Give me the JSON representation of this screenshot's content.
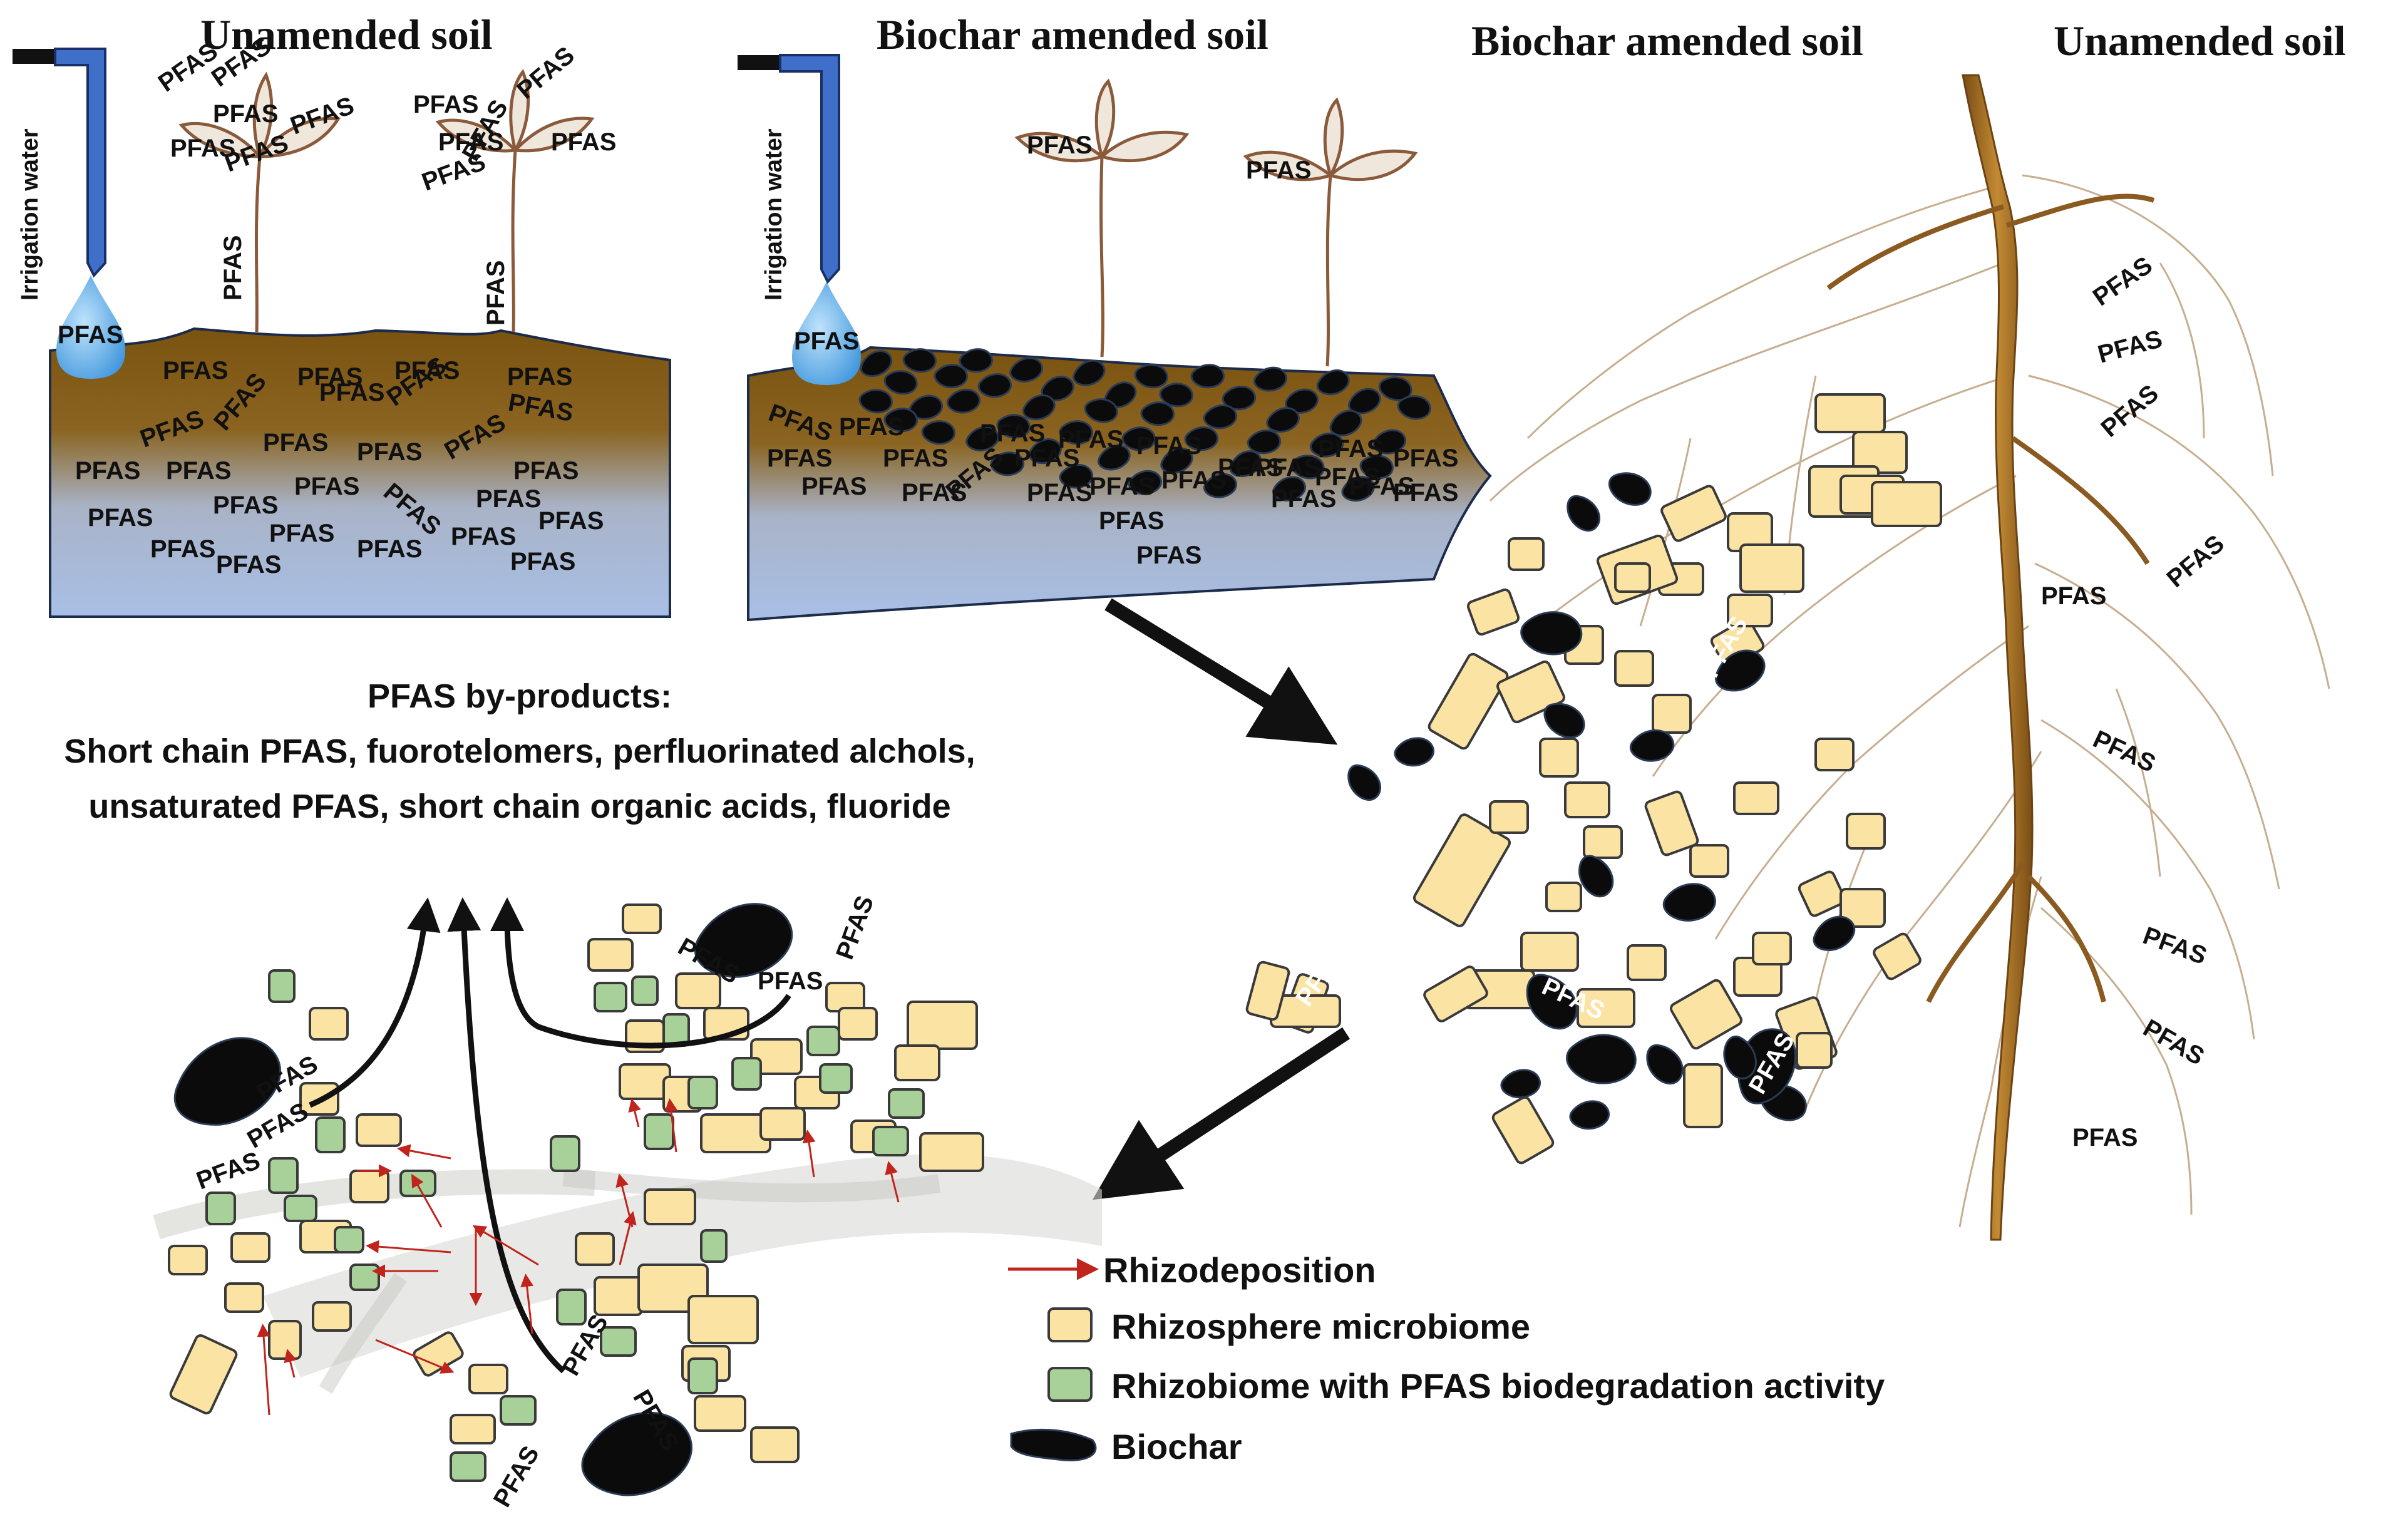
{
  "panels": {
    "unamended_title": "Unamended soil",
    "amended_title": "Biochar amended soil",
    "root_amended_title": "Biochar amended soil",
    "root_unamended_title": "Unamended soil"
  },
  "irrigation": {
    "label_left": "Irrigation water",
    "label_right": "Irrigation water",
    "drop_left": "PFAS",
    "drop_right": "PFAS"
  },
  "pfas_label": "PFAS",
  "byproducts": {
    "heading": "PFAS by-products:",
    "line1": "Short chain PFAS, fuorotelomers, perfluorinated alchols,",
    "line2": "unsaturated PFAS, short chain organic acids, fluoride"
  },
  "legend": {
    "rhizodeposition": "Rhizodeposition",
    "microbiome": "Rhizosphere microbiome",
    "rhizobiome": "Rhizobiome with PFAS biodegradation activity",
    "biochar": "Biochar"
  },
  "colors": {
    "soil_top": "#7a5310",
    "soil_bottom": "#a8bfe6",
    "microbiome": "#fbe3a3",
    "rhizobiome": "#a8d19a",
    "biochar": "#0b0b0b",
    "arrow_red": "#c0241c",
    "root": "#a8731e",
    "pipe": "#3f6fc8",
    "drop": "#5aa7e6"
  },
  "icons": [
    "irrigation-pipe-icon",
    "water-drop-icon",
    "plant-icon",
    "root-icon",
    "biochar-icon",
    "arrow-icon"
  ]
}
